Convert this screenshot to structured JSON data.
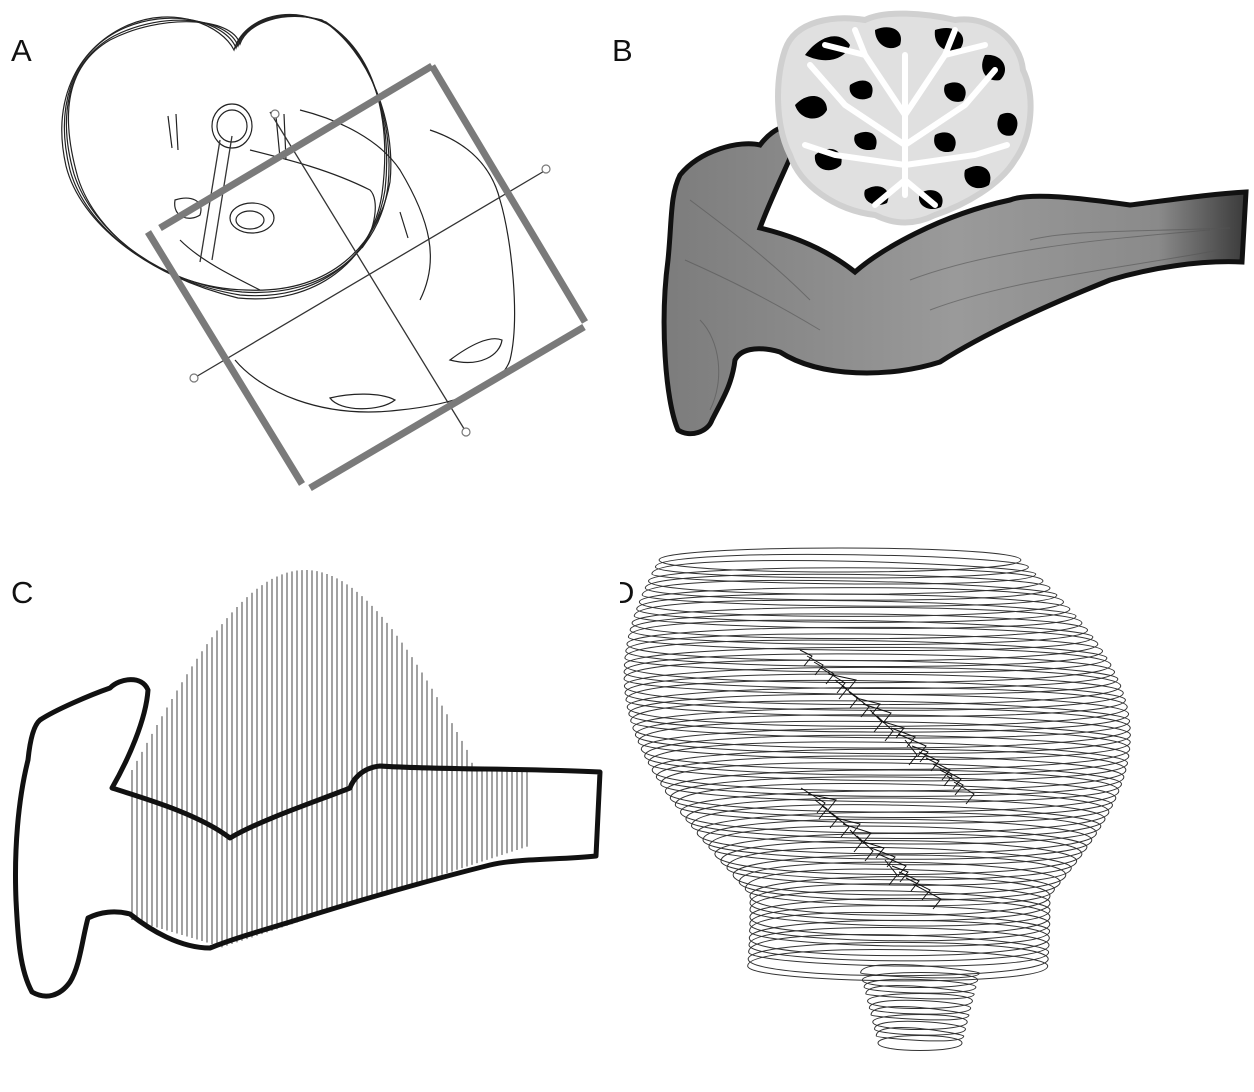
{
  "figure": {
    "panels": [
      {
        "id": "A",
        "label": "A"
      },
      {
        "id": "B",
        "label": "B"
      },
      {
        "id": "C",
        "label": "C"
      },
      {
        "id": "D",
        "label": "D"
      }
    ]
  },
  "colors": {
    "outline": "#111111",
    "guide_frame": "#7a7a7a",
    "tissue": "#8a8a8a",
    "vertical_lines": "#555555"
  }
}
